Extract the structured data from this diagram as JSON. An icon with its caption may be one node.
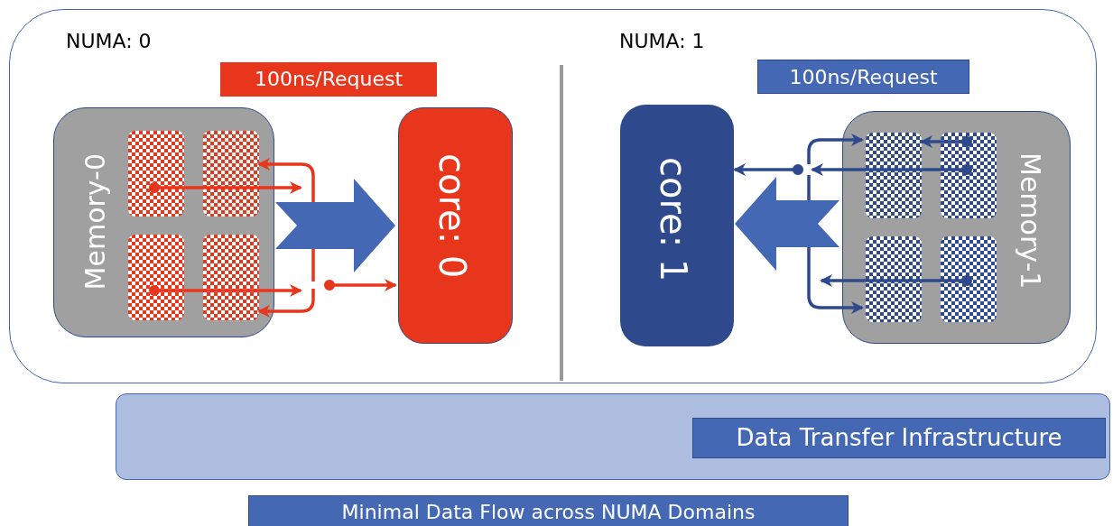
{
  "diagram": {
    "caption": "Minimal Data Flow across NUMA Domains",
    "nodes": [
      {
        "text": [
          "NUMA: 0",
          "NUMA: 1"
        ]
      },
      {
        "text": [
          "100ns/Request"
        ],
        "in": 0
      },
      {
        "text": [
          "Memory-0"
        ],
        "in": 0
      },
      {
        "text": [],
        "shape": "box",
        "in": 2
      },
      {
        "text": [],
        "shape": "box",
        "in": 2
      },
      {
        "text": [],
        "shape": "box",
        "in": 2
      },
      {
        "text": [],
        "shape": "box",
        "in": 2
      },
      {
        "text": [
          "core: 0"
        ],
        "in": 0
      },
      {
        "text": [
          "100ns/Request"
        ],
        "in": 0
      },
      {
        "text": [
          "core: 1"
        ],
        "in": 0
      },
      {
        "text": [
          "Memory-1"
        ],
        "in": 0
      },
      {
        "text": [],
        "shape": "box",
        "in": 10
      },
      {
        "text": [],
        "shape": "box",
        "in": 10
      },
      {
        "text": [],
        "shape": "box",
        "in": 10
      },
      {
        "text": [],
        "shape": "box",
        "in": 10
      },
      {
        "text": [],
        "shape": "bar"
      },
      {
        "text": [
          "Data Transfer Infrastructure"
        ],
        "in": 15
      }
    ],
    "edges": [
      {
        "from": 3,
        "to": null,
        "arrow": "to",
        "color": "#e8361c"
      },
      {
        "from": 5,
        "to": null,
        "arrow": "to",
        "color": "#e8361c"
      },
      {
        "from": null,
        "to": 4,
        "arrow": "to",
        "color": "#e8361c"
      },
      {
        "from": null,
        "to": 6,
        "arrow": "to",
        "color": "#e8361c"
      },
      {
        "from": null,
        "to": 7,
        "arrow": "to",
        "color": "#e8361c"
      },
      {
        "from": 2,
        "to": 7,
        "arrow": "to",
        "style": "thick",
        "color": "#4468b4"
      },
      {
        "from": 12,
        "to": 11,
        "arrow": "to"
      },
      {
        "from": 12,
        "to": null,
        "arrow": "to"
      },
      {
        "from": null,
        "to": 11,
        "arrow": "to"
      },
      {
        "from": null,
        "to": 13,
        "arrow": "to"
      },
      {
        "from": null,
        "to": 9,
        "arrow": "to"
      },
      {
        "from": 14,
        "to": null,
        "arrow": "to"
      },
      {
        "from": 10,
        "to": 9,
        "arrow": "to",
        "style": "thick",
        "color": "#4468b4"
      }
    ]
  }
}
